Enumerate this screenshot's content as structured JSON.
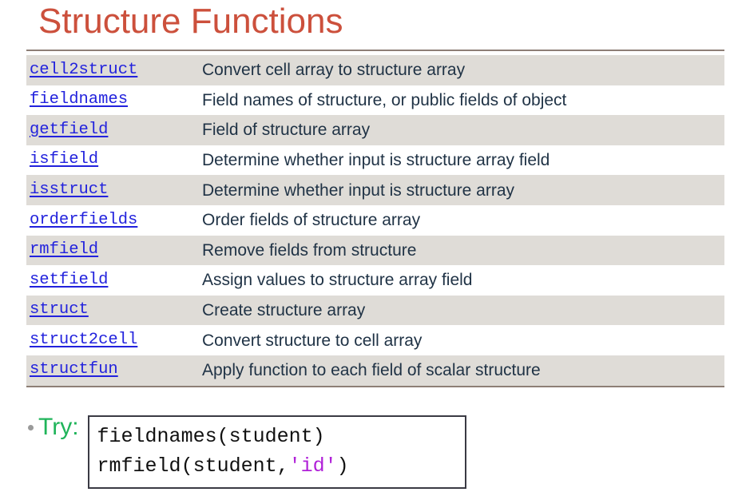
{
  "slide": {
    "title": "Structure Functions"
  },
  "table": {
    "rows": [
      {
        "name": "cell2struct",
        "desc": "Convert cell array to structure array",
        "shaded": true
      },
      {
        "name": "fieldnames",
        "desc": "Field names of structure, or public fields of object",
        "shaded": false
      },
      {
        "name": "getfield",
        "desc": "Field of structure array",
        "shaded": true
      },
      {
        "name": "isfield",
        "desc": "Determine whether input is structure array field",
        "shaded": false
      },
      {
        "name": "isstruct",
        "desc": "Determine whether input is structure array",
        "shaded": true
      },
      {
        "name": "orderfields",
        "desc": "Order fields of structure array",
        "shaded": false
      },
      {
        "name": "rmfield",
        "desc": "Remove fields from structure",
        "shaded": true
      },
      {
        "name": "setfield",
        "desc": "Assign values to structure array field",
        "shaded": false
      },
      {
        "name": "struct",
        "desc": "Create structure array",
        "shaded": true
      },
      {
        "name": "struct2cell",
        "desc": "Convert structure to cell array",
        "shaded": false
      },
      {
        "name": "structfun",
        "desc": "Apply function to each field of scalar structure",
        "shaded": true
      }
    ]
  },
  "try_section": {
    "label": "Try:",
    "code": {
      "line1": "fieldnames(student)",
      "line2_prefix": "rmfield(student,",
      "line2_string": "'id'",
      "line2_suffix": ")"
    }
  },
  "colors": {
    "title": "#CC503C",
    "link": "#2222DD",
    "description": "#1F3245",
    "row_shade": "#DFDCD7",
    "row_plain": "#FFFFFF",
    "rule": "#8E7F76",
    "try_green": "#1FB45A",
    "bullet_gray": "#9A9A9A",
    "code_string": "#B020D8",
    "code_border": "#3A3A44"
  }
}
